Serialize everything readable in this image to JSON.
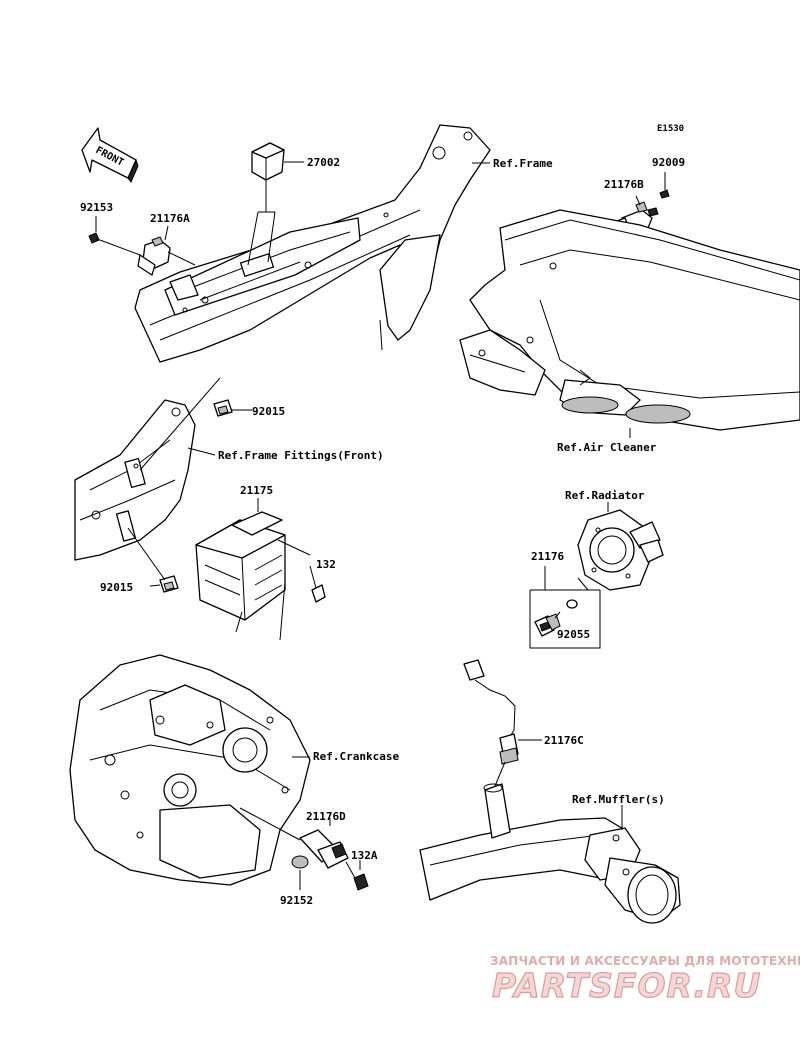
{
  "diagram_code": "E1530",
  "front_marker": "FRONT",
  "labels": {
    "p27002": "27002",
    "ref_frame": "Ref.Frame",
    "p92009": "92009",
    "p21176B": "21176B",
    "p92153": "92153",
    "p21176A": "21176A",
    "p92015_top": "92015",
    "ref_frame_fittings": "Ref.Frame Fittings(Front)",
    "ref_air_cleaner": "Ref.Air Cleaner",
    "p21175": "21175",
    "ref_radiator": "Ref.Radiator",
    "p132": "132",
    "p92015_bottom": "92015",
    "p21176": "21176",
    "p92055": "92055",
    "ref_crankcase": "Ref.Crankcase",
    "p21176C": "21176C",
    "ref_mufflers": "Ref.Muffler(s)",
    "p21176D": "21176D",
    "p132A": "132A",
    "p92152": "92152"
  },
  "watermark": {
    "line1": "ЗАПЧАСТИ И АКСЕССУАРЫ ДЛЯ МОТОТЕХНИКИ",
    "line2": "PARTSFOR.RU"
  }
}
